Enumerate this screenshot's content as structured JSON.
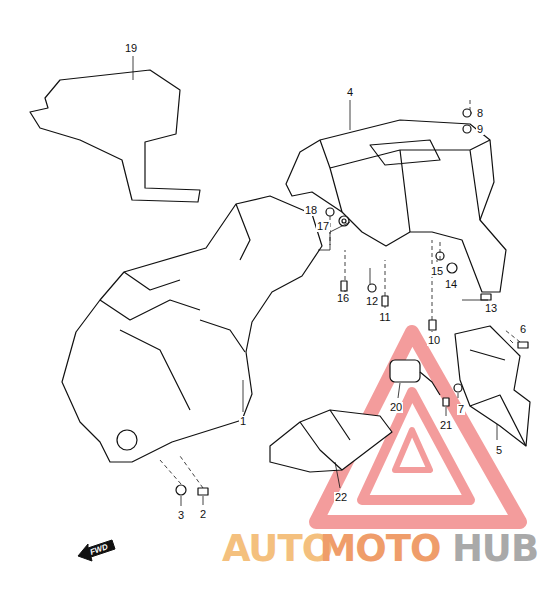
{
  "diagram": {
    "labels": [
      "19",
      "4",
      "8",
      "9",
      "18",
      "17",
      "15",
      "14",
      "13",
      "16",
      "12",
      "11",
      "10",
      "6",
      "1",
      "20",
      "7",
      "21",
      "5",
      "3",
      "2",
      "22",
      "FWD",
      "AUTO",
      "MOTO",
      "HUB"
    ]
  }
}
